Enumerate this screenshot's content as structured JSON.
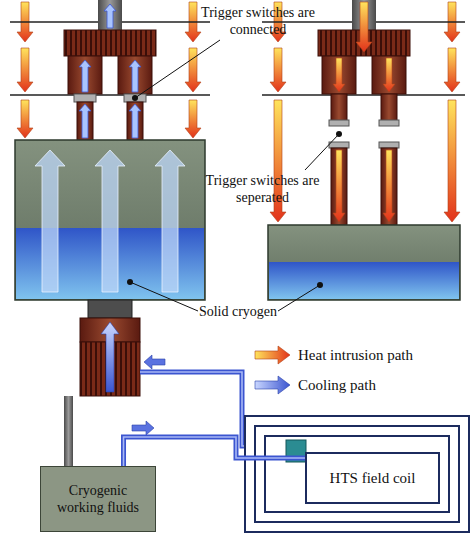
{
  "diagram": {
    "nodes": [
      {
        "text": [
          "Cryogenic working fluids"
        ]
      },
      {
        "text": [
          "HTS field coil"
        ]
      }
    ],
    "edges": [
      {
        "from": 0,
        "to": 1,
        "arrow": "none"
      }
    ],
    "labels": [
      "Trigger switches are connected",
      "Trigger switches are seperated",
      "Solid cryogen"
    ],
    "legend": [
      {
        "text": "Heat intrusion path"
      },
      {
        "text": "Cooling path"
      }
    ]
  }
}
